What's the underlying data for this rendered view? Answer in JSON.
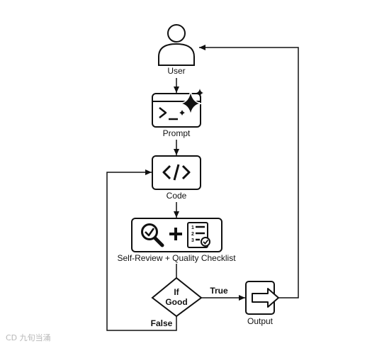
{
  "nodes": {
    "user": "User",
    "prompt": "Prompt",
    "code": "Code",
    "review": "Self-Review + Quality Checklist",
    "decision_line1": "If",
    "decision_line2": "Good",
    "output": "Output"
  },
  "edges": {
    "true_label": "True",
    "false_label": "False"
  },
  "checklist_numbers": [
    "1",
    "2",
    "3"
  ],
  "watermark": "CD 九旬当涌",
  "icons": [
    "user-icon",
    "terminal-icon",
    "sparkle-icon",
    "code-brackets-icon",
    "magnifier-check-icon",
    "plus-icon",
    "checklist-icon",
    "arrow-right-icon"
  ],
  "colors": {
    "stroke": "#111111",
    "background": "#ffffff"
  }
}
